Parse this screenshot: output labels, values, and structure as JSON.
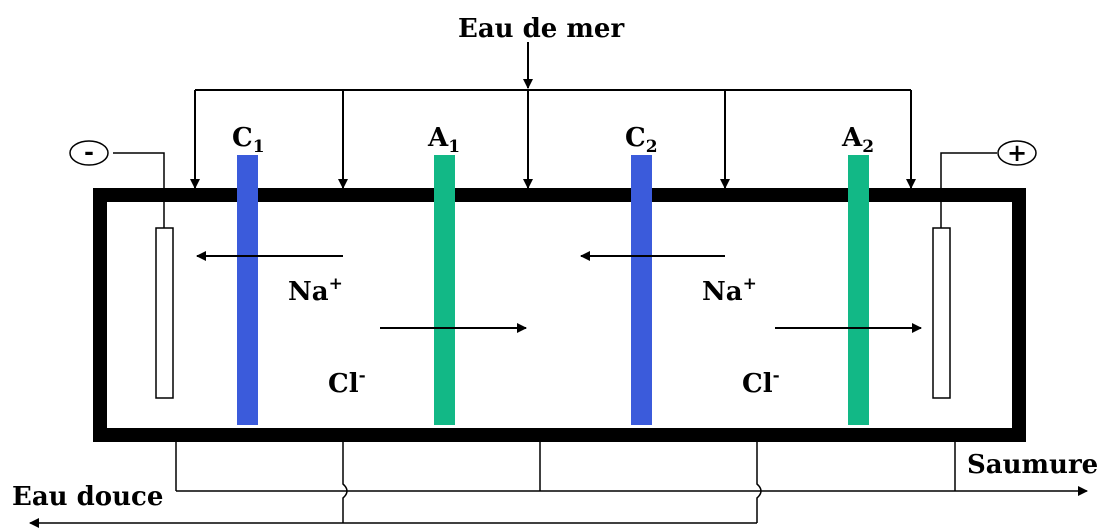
{
  "labels": {
    "sea_water": "Eau de mer",
    "fresh_water": "Eau douce",
    "brine": "Saumure",
    "negative_electrode": "-",
    "positive_electrode": "+",
    "sodium": "Na",
    "sodium_charge": "+",
    "chloride": "Cl",
    "chloride_charge": "-"
  },
  "membranes": [
    {
      "letter": "C",
      "index": "1",
      "type": "cation",
      "color": "#3b5bdb"
    },
    {
      "letter": "A",
      "index": "1",
      "type": "anion",
      "color": "#12b886"
    },
    {
      "letter": "C",
      "index": "2",
      "type": "cation",
      "color": "#3b5bdb"
    },
    {
      "letter": "A",
      "index": "2",
      "type": "anion",
      "color": "#12b886"
    }
  ],
  "colors": {
    "cation_membrane": "#3b5bdb",
    "anion_membrane": "#12b886",
    "cell_wall": "#000000",
    "lines": "#000000"
  }
}
